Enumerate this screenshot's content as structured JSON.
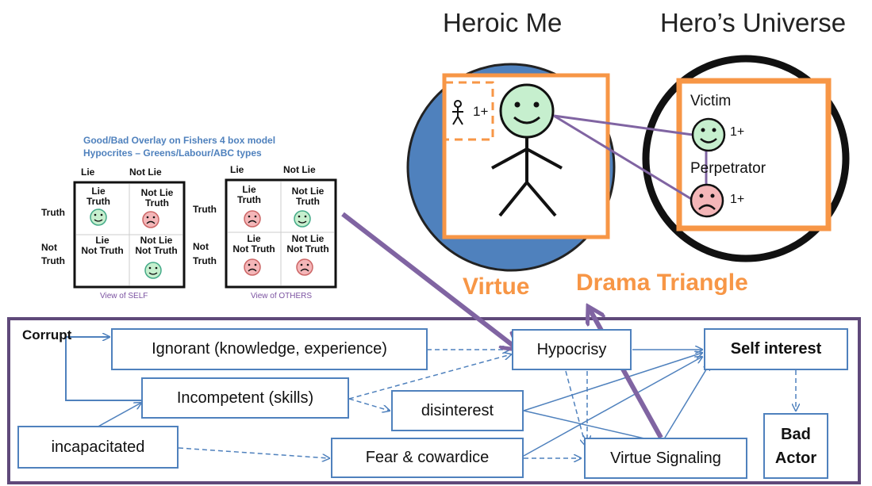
{
  "titles": {
    "heroic_me": "Heroic Me",
    "heros_universe": "Hero’s Universe"
  },
  "captions": {
    "virtue": "Virtue",
    "drama_triangle": "Drama Triangle"
  },
  "hero": {
    "count": "1+",
    "victim_label": "Victim",
    "victim_count": "1+",
    "perp_label": "Perpetrator",
    "perp_count": "1+"
  },
  "overlay": {
    "note_line1": "Good/Bad Overlay on Fishers 4 box model",
    "note_line2": "Hypocrites – Greens/Labour/ABC types",
    "col_lie": "Lie",
    "col_not_lie": "Not Lie",
    "row_truth": "Truth",
    "row_not": "Not",
    "row_truth2": "Truth",
    "cell_lie_truth_1": "Lie",
    "cell_lie_truth_2": "Truth",
    "cell_notlie_truth_1": "Not Lie",
    "cell_notlie_truth_2": "Truth",
    "cell_lie_nottruth_1": "Lie",
    "cell_lie_nottruth_2": "Not Truth",
    "cell_notlie_nottruth_1": "Not Lie",
    "cell_notlie_nottruth_2": "Not Truth",
    "view_self": "View of SELF",
    "view_others": "View of OTHERS"
  },
  "flow": {
    "corrupt": "Corrupt",
    "ignorant": "Ignorant (knowledge, experience)",
    "incompetent": "Incompetent (skills)",
    "incapacitated": "incapacitated",
    "disinterest": "disinterest",
    "fear": "Fear & cowardice",
    "hypocrisy": "Hypocrisy",
    "virtue_signaling": "Virtue Signaling",
    "self_interest": "Self interest",
    "bad_actor_1": "Bad",
    "bad_actor_2": "Actor"
  },
  "colors": {
    "blue": "#4f81bd",
    "orange": "#f79646",
    "purple": "#8064a2",
    "green_face": "#c6efce",
    "red_face": "#f4b6b8"
  }
}
